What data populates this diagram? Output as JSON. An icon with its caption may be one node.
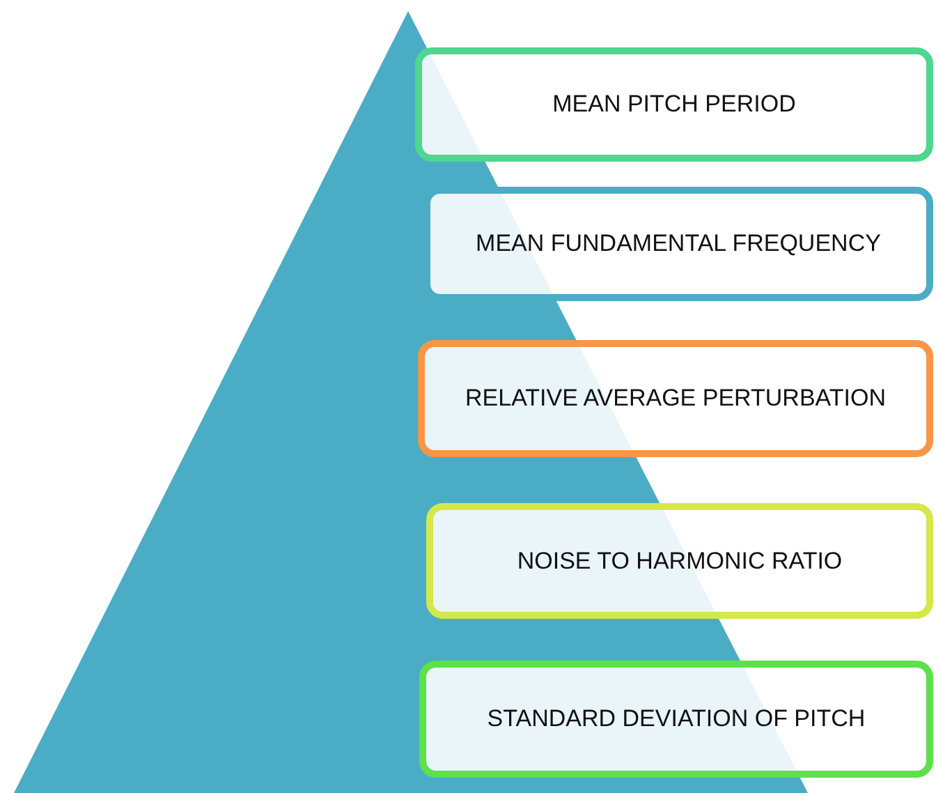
{
  "diagram": {
    "nodes": [
      {
        "text": [],
        "shape": "triangle"
      },
      {
        "text": [
          "MEAN PITCH PERIOD"
        ]
      },
      {
        "text": [
          "MEAN FUNDAMENTAL FREQUENCY"
        ]
      },
      {
        "text": [
          "RELATIVE AVERAGE PERTURBATION"
        ]
      },
      {
        "text": [
          "NOISE TO HARMONIC RATIO"
        ]
      },
      {
        "text": [
          "STANDARD DEVIATION OF PITCH"
        ]
      }
    ]
  }
}
